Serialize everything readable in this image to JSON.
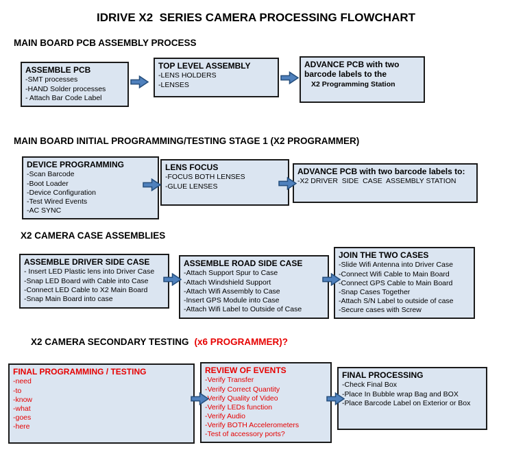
{
  "title": "IDRIVE X2  SERIES CAMERA PROCESSING FLOWCHART",
  "colors": {
    "box_bg": "#dbe5f1",
    "box_border": "#1a1a1a",
    "arrow_fill": "#4f81bd",
    "arrow_stroke": "#264f7d",
    "accent_red": "#e60000",
    "text": "#000000",
    "background": "#ffffff"
  },
  "sections": [
    {
      "heading": "MAIN BOARD PCB ASSEMBLY PROCESS",
      "boxes": [
        {
          "title": "ASSEMBLE PCB",
          "items": [
            "-SMT processes",
            "-HAND Solder processes",
            "- Attach Bar Code Label"
          ]
        },
        {
          "title": "TOP LEVEL ASSEMBLY",
          "items": [
            "-LENS HOLDERS",
            "-LENSES"
          ]
        },
        {
          "title": "ADVANCE PCB with two barcode labels to the",
          "items": [
            "X2 Programming Station"
          ]
        }
      ]
    },
    {
      "heading": "MAIN BOARD INITIAL PROGRAMMING/TESTING STAGE 1 (X2 PROGRAMMER)",
      "boxes": [
        {
          "title": "DEVICE PROGRAMMING",
          "items": [
            "-Scan Barcode",
            "-Boot Loader",
            "-Device Configuration",
            "-Test Wired Events",
            "-AC SYNC"
          ]
        },
        {
          "title": "LENS FOCUS",
          "items": [
            "-FOCUS BOTH LENSES",
            "-GLUE LENSES"
          ]
        },
        {
          "title": "ADVANCE PCB with two barcode labels to:",
          "items": [
            "-X2 DRIVER  SIDE  CASE  ASSEMBLY STATION"
          ]
        }
      ]
    },
    {
      "heading": "X2 CAMERA CASE ASSEMBLIES",
      "boxes": [
        {
          "title": "ASSEMBLE DRIVER SIDE CASE",
          "items": [
            "- Insert LED Plastic lens into Driver Case",
            "-Snap LED Board with Cable into Case",
            "-Connect LED Cable to X2 Main Board",
            "-Snap Main Board into case"
          ]
        },
        {
          "title": "ASSEMBLE ROAD SIDE CASE",
          "items": [
            "-Attach Support Spur to Case",
            "-Attach Windshield Support",
            "-Attach Wifi Assembly to Case",
            "-Insert GPS Module into Case",
            "-Attach Wifi Label to Outside of Case"
          ]
        },
        {
          "title": "JOIN THE TWO CASES",
          "items": [
            "-Slide Wifi Antenna into Driver Case",
            "-Connect Wifi Cable to Main Board",
            "-Connect GPS Cable to Main Board",
            "-Snap Cases Together",
            "-Attach S/N Label to outside of case",
            "-Secure cases with Screw"
          ]
        }
      ]
    },
    {
      "heading": "X2 CAMERA SECONDARY TESTING",
      "heading_accent": "(x6 PROGRAMMER)?",
      "boxes": [
        {
          "title": "FINAL PROGRAMMING / TESTING",
          "items": [
            "-need",
            "-to",
            "-know",
            "-what",
            "-goes",
            "-here"
          ]
        },
        {
          "title": "REVIEW OF EVENTS",
          "items": [
            "-Verify Transfer",
            "-Verify Correct Quantity",
            "-Verify Quality of Video",
            "-Verify LEDs function",
            "-Verify Audio",
            "-Verify BOTH Accelerometers",
            "-Test of accessory ports?"
          ]
        },
        {
          "title": "FINAL PROCESSING",
          "items": [
            "-Check Final Box",
            "-Place In Bubble wrap Bag and BOX",
            "-Place Barcode Label on Exterior or Box"
          ]
        }
      ]
    }
  ]
}
